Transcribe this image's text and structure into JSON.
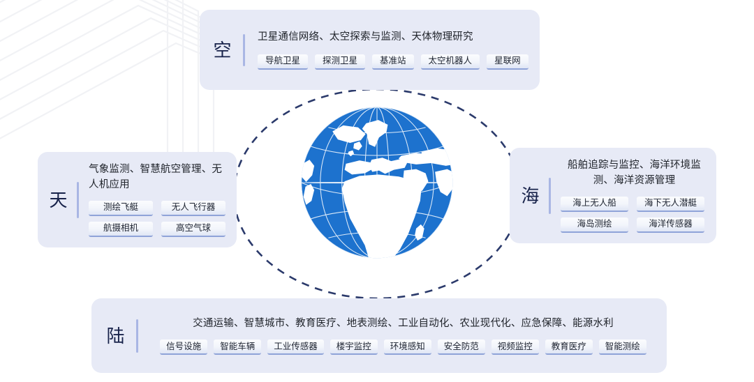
{
  "diagram": {
    "center": {
      "icon": "globe-icon",
      "label": "globe",
      "colors": {
        "ocean": "#1d72ce",
        "land": "#ffffff",
        "graticule": "#ffffff"
      }
    },
    "orbit": {
      "style": "dashed",
      "color": "#2b3a6b"
    },
    "theme": {
      "panel_bg": "#e7eaf6",
      "key_text": "#17224a",
      "divider": "#a9b6e4",
      "pill_bottom_border": "#8fa3d8",
      "body_text": "#20242b"
    }
  },
  "panels": {
    "sky": {
      "key": "空",
      "description": "卫星通信网络、太空探索与监测、天体物理研究",
      "tags": [
        "导航卫星",
        "探测卫星",
        "基准站",
        "太空机器人",
        "星联网"
      ]
    },
    "air": {
      "key": "天",
      "description": "气象监测、智慧航空管理、无人机应用",
      "tags": [
        "测绘飞艇",
        "无人飞行器",
        "航摄相机",
        "高空气球"
      ]
    },
    "sea": {
      "key": "海",
      "description": "船舶追踪与监控、海洋环境监测、海洋资源管理",
      "tags": [
        "海上无人船",
        "海下无人潜艇",
        "海岛测绘",
        "海洋传感器"
      ]
    },
    "land": {
      "key": "陆",
      "description": "交通运输、智慧城市、教育医疗、地表测绘、工业自动化、农业现代化、应急保障、能源水利",
      "tags": [
        "信号设施",
        "智能车辆",
        "工业传感器",
        "楼宇监控",
        "环境感知",
        "安全防范",
        "视频监控",
        "教育医疗",
        "智能测绘"
      ]
    }
  }
}
